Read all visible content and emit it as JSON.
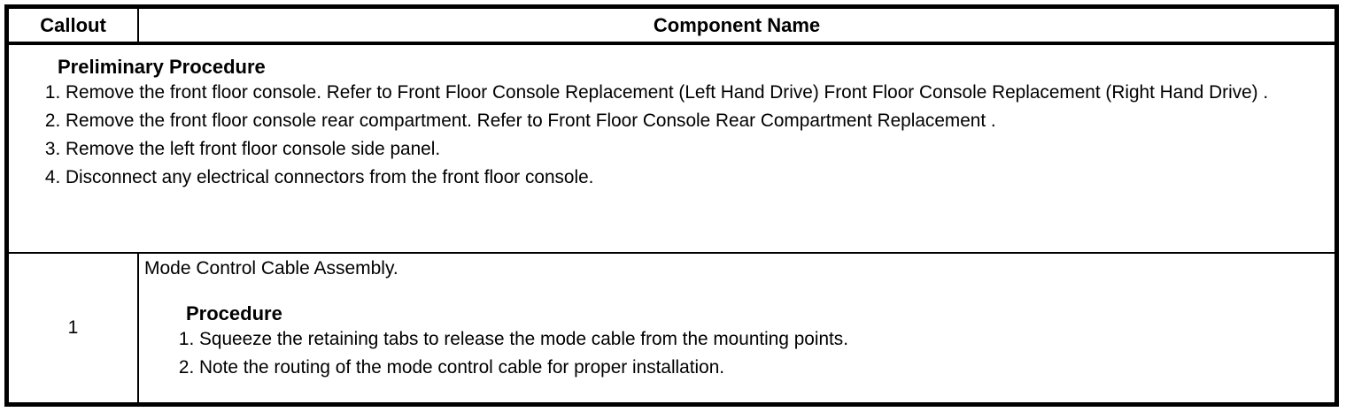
{
  "table": {
    "header": {
      "callout": "Callout",
      "component_name": "Component Name"
    },
    "preliminary": {
      "title": "Preliminary Procedure",
      "steps": [
        "Remove the front floor console. Refer to Front Floor Console Replacement (Left Hand Drive) Front Floor Console Replacement (Right Hand Drive) .",
        "Remove the front floor console rear compartment. Refer to Front Floor Console Rear Compartment Replacement .",
        "Remove the left front floor console side panel.",
        "Disconnect any electrical connectors from the front floor console."
      ]
    },
    "rows": [
      {
        "callout": "1",
        "component": "Mode Control Cable Assembly.",
        "procedure_title": "Procedure",
        "steps": [
          "Squeeze the retaining tabs to release the mode cable from the mounting points.",
          "Note the routing of the mode control cable for proper installation."
        ]
      }
    ]
  },
  "colors": {
    "border": "#000000",
    "background": "#ffffff",
    "text": "#000000"
  }
}
